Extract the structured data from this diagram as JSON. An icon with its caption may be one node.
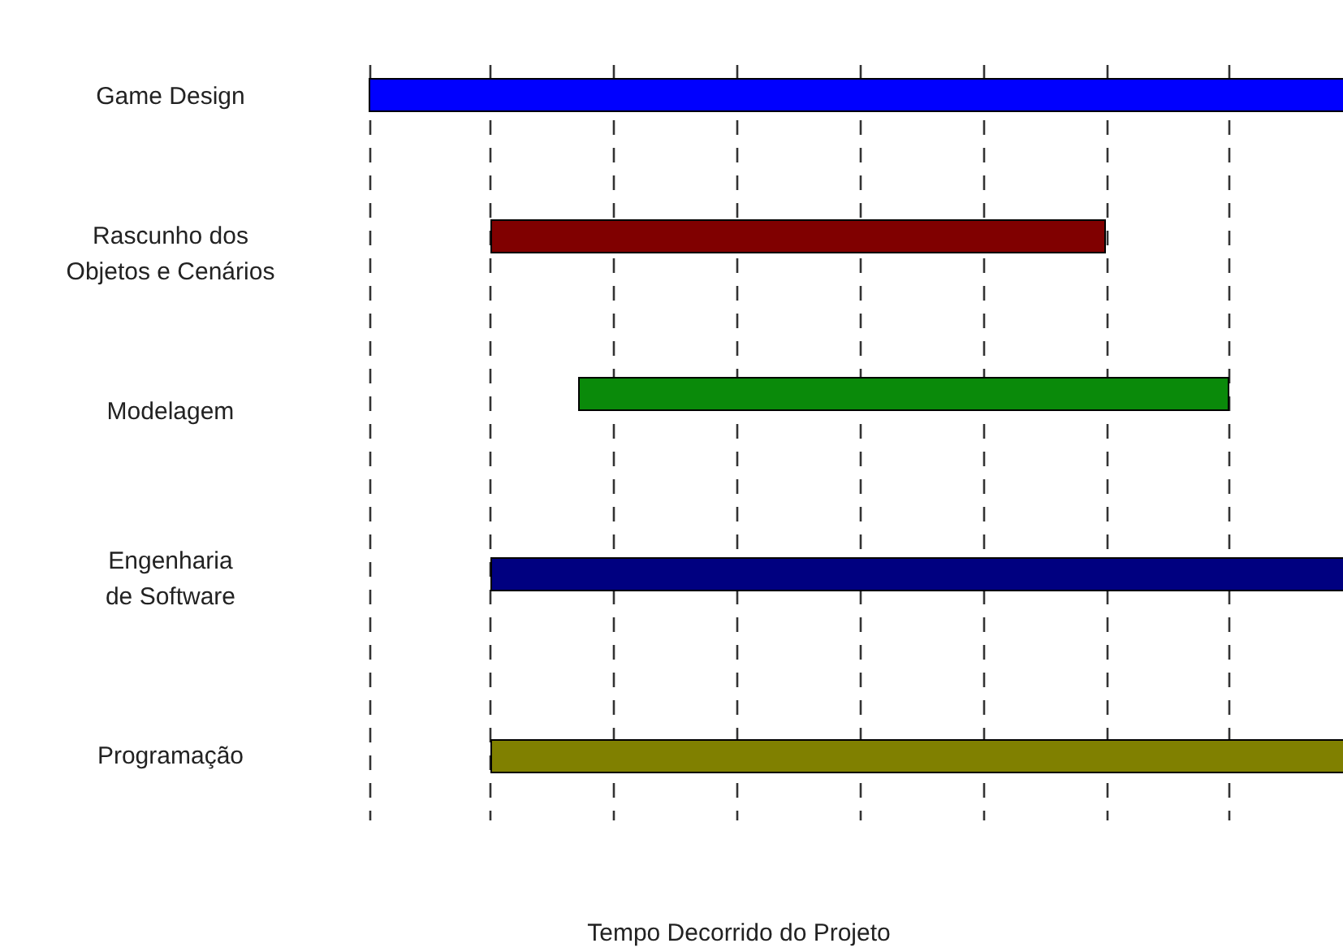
{
  "diagram": {
    "nodes": [
      {
        "text": [],
        "shape": "bar"
      },
      {
        "text": [],
        "shape": "bar"
      },
      {
        "text": [],
        "shape": "bar"
      },
      {
        "text": [],
        "shape": "bar"
      },
      {
        "text": [],
        "shape": "bar"
      }
    ],
    "labels": [
      "Game Design",
      "Rascunho dos Objetos e Cenários",
      "Modelagem",
      "Engenharia de Software",
      "Programação",
      "Tempo Decorrido do Projeto"
    ]
  }
}
